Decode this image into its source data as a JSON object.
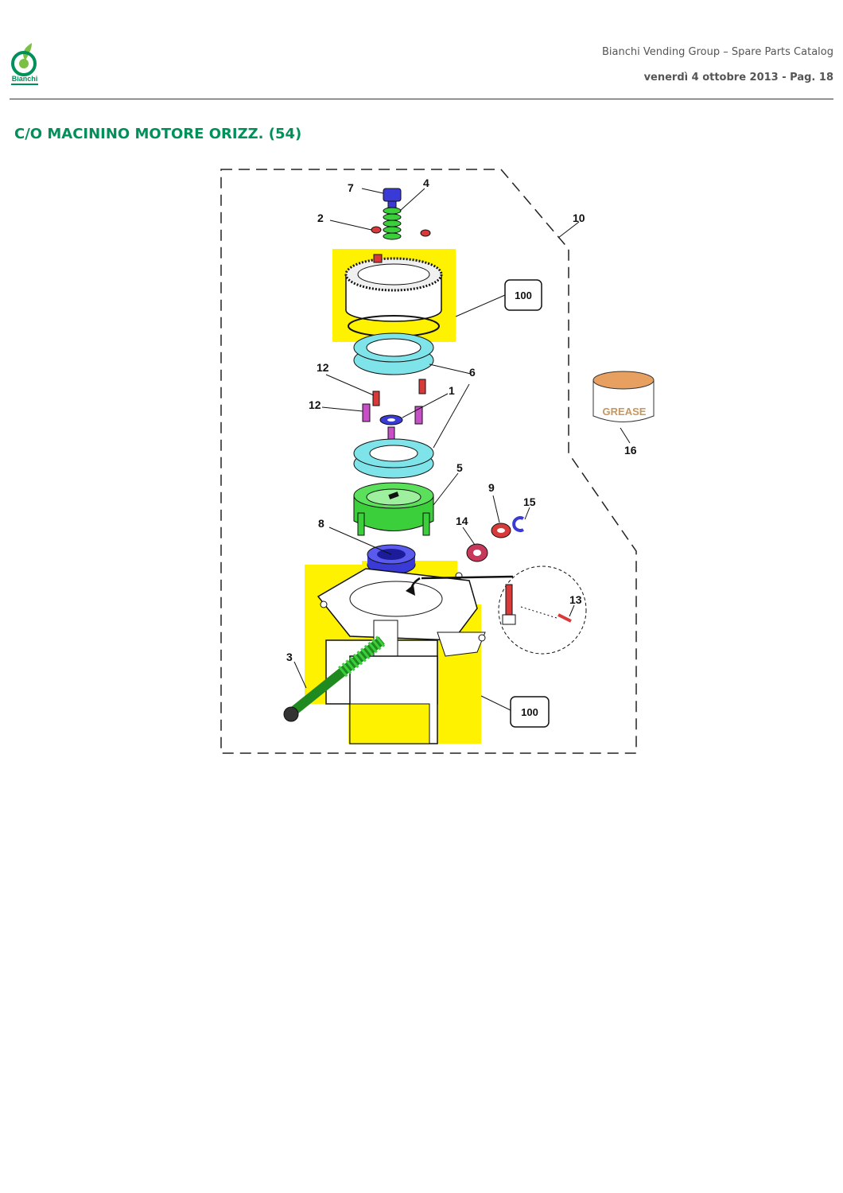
{
  "header": {
    "logo_text": "Bianchi",
    "catalog_title": "Bianchi Vending Group – Spare Parts Catalog",
    "date_page": "venerdì 4 ottobre 2013 - Pag.   18"
  },
  "section": {
    "title": "C/O MACININO MOTORE ORIZZ. (54)"
  },
  "diagram": {
    "labels": {
      "p1": "1",
      "p2": "2",
      "p3": "3",
      "p4": "4",
      "p5": "5",
      "p6": "6",
      "p7": "7",
      "p8": "8",
      "p9": "9",
      "p10": "10",
      "p12a": "12",
      "p12b": "12",
      "p13": "13",
      "p14": "14",
      "p15": "15",
      "p16": "16",
      "box_top": "100",
      "box_bottom": "100"
    },
    "grease_text": "GREASE"
  },
  "colors": {
    "brand_green": "#00915a",
    "highlight_yellow": "#fff200",
    "cyan_part": "#7fe3ea",
    "green_part": "#3ccf3c",
    "blue_part": "#3a3ad6",
    "red_part": "#d83a3a",
    "magenta_part": "#c84fc8"
  }
}
